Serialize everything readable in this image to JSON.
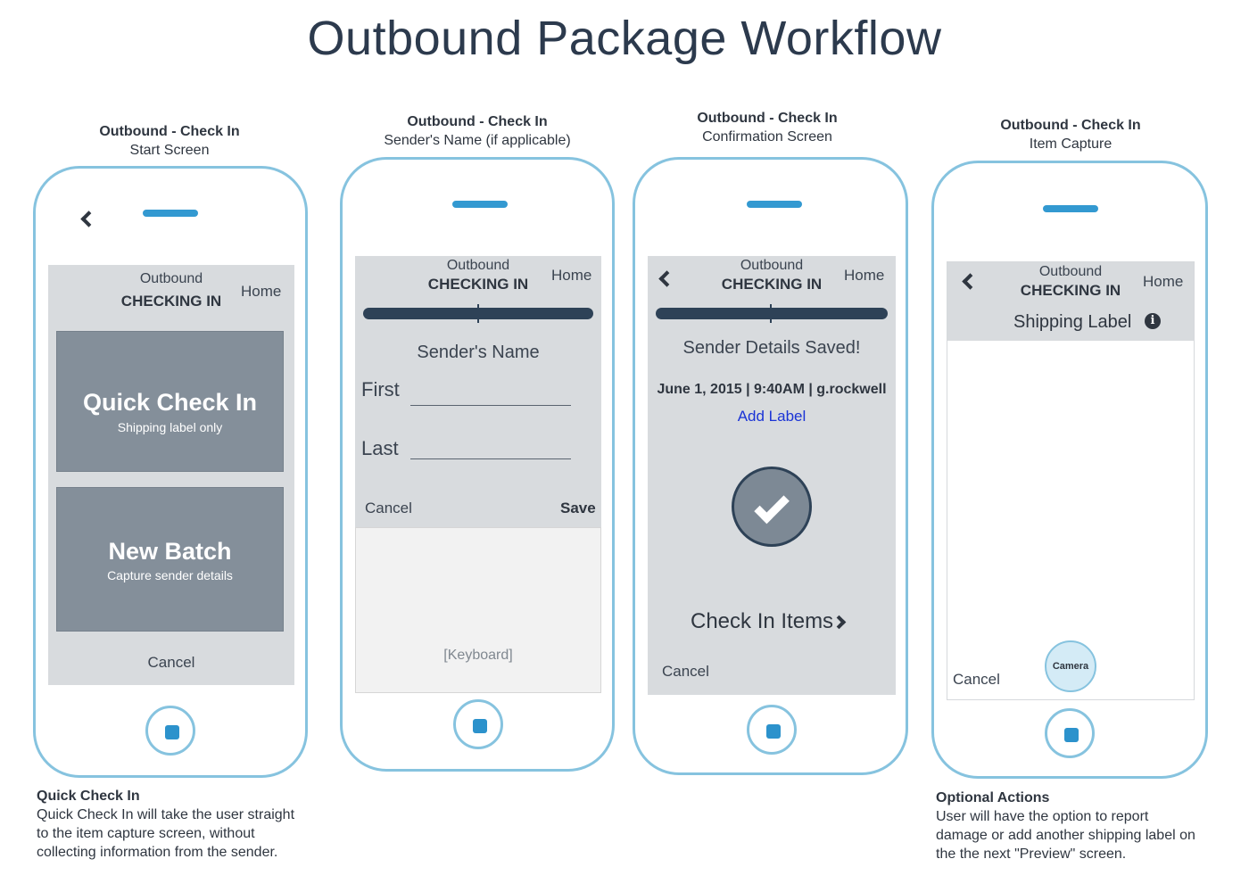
{
  "title": "Outbound Package Workflow",
  "screens": [
    {
      "caption_title": "Outbound - Check In",
      "caption_sub": "Start Screen",
      "header_top": "Outbound",
      "header_status": "CHECKING IN",
      "home": "Home",
      "tiles": [
        {
          "title": "Quick Check In",
          "subtitle": "Shipping label only"
        },
        {
          "title": "New Batch",
          "subtitle": "Capture sender details"
        }
      ],
      "cancel": "Cancel"
    },
    {
      "caption_title": "Outbound - Check In",
      "caption_sub": "Sender's Name (if applicable)",
      "header_top": "Outbound",
      "header_status": "CHECKING IN",
      "home": "Home",
      "section_title": "Sender's Name",
      "first_label": "First",
      "last_label": "Last",
      "cancel": "Cancel",
      "save": "Save",
      "keyboard": "[Keyboard]"
    },
    {
      "caption_title": "Outbound - Check In",
      "caption_sub": "Confirmation Screen",
      "header_top": "Outbound",
      "header_status": "CHECKING IN",
      "home": "Home",
      "message": "Sender Details Saved!",
      "meta": "June 1, 2015 | 9:40AM | g.rockwell",
      "add_label": "Add Label",
      "next": "Check In Items",
      "cancel": "Cancel"
    },
    {
      "caption_title": "Outbound - Check In",
      "caption_sub": "Item Capture",
      "header_top": "Outbound",
      "header_status": "CHECKING IN",
      "home": "Home",
      "section_title": "Shipping Label",
      "camera": "Camera",
      "cancel": "Cancel"
    }
  ],
  "notes": [
    {
      "title": "Quick Check In",
      "lines": [
        "Quick Check In will take the user straight",
        "to the item capture screen, without",
        "collecting information from the sender."
      ]
    },
    {
      "title": "Optional Actions",
      "lines": [
        "User will have the option to report",
        "damage or add another shipping label on",
        "the the next \"Preview\" screen."
      ]
    }
  ],
  "colors": {
    "phone_outline": "#86c3df",
    "accent_blue": "#3399d1",
    "screen_bg": "#d8dbde",
    "tile_bg": "#848f9a",
    "progress": "#2e4257",
    "link": "#1a33d6"
  },
  "icons": [
    "back-chevron-icon",
    "checkmark-icon",
    "info-icon",
    "chevron-right-icon"
  ]
}
